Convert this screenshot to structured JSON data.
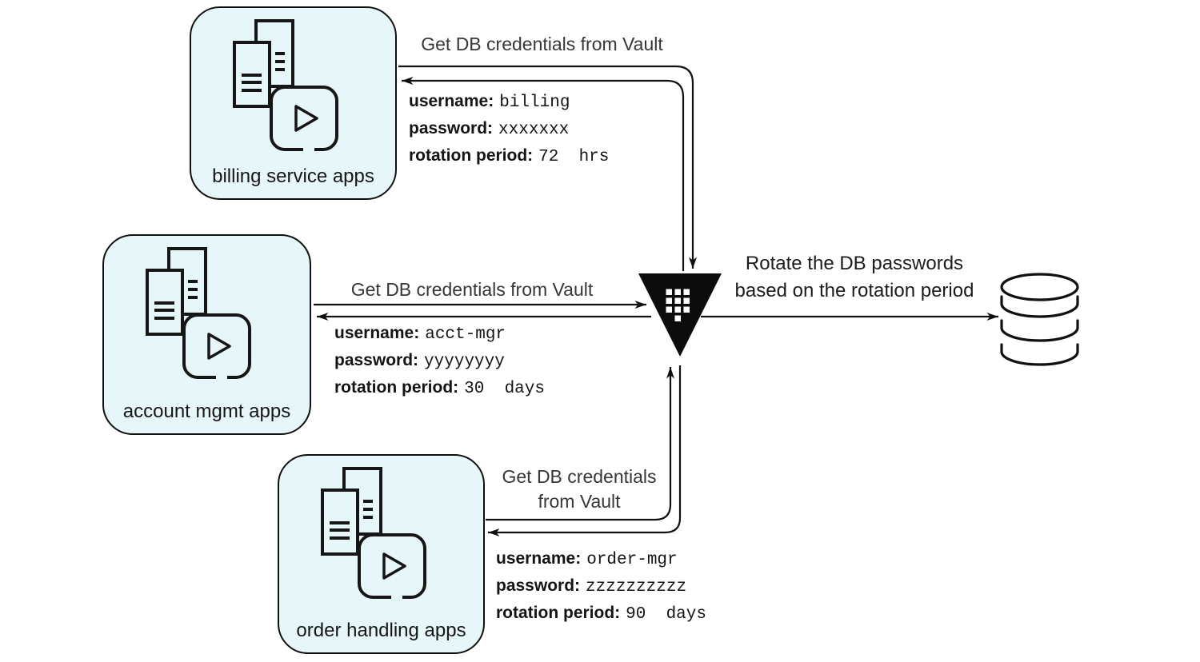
{
  "colors": {
    "background": "#ffffff",
    "box_fill": "#e7f7f9",
    "line_stroke": "#111111",
    "vault_fill": "#0b0b0b",
    "vault_grid": "#ffffff",
    "text_dark": "#161616",
    "text_header": "#373737"
  },
  "cred_labels": {
    "username": "username:",
    "password": "password:",
    "rotation": "rotation period:"
  },
  "apps": [
    {
      "label": "billing service apps",
      "request_lines": [
        "Get DB credentials from Vault"
      ],
      "credentials": {
        "username": "billing",
        "password": "xxxxxxx",
        "rotation": "72  hrs"
      }
    },
    {
      "label": "account mgmt apps",
      "request_lines": [
        "Get DB credentials from Vault"
      ],
      "credentials": {
        "username": "acct-mgr",
        "password": "yyyyyyyy",
        "rotation": "30  days"
      }
    },
    {
      "label": "order handling apps",
      "request_lines": [
        "Get DB credentials",
        "from Vault"
      ],
      "credentials": {
        "username": "order-mgr",
        "password": "zzzzzzzzzz",
        "rotation": "90  days"
      }
    }
  ],
  "vault_note": {
    "line1": "Rotate the DB passwords",
    "line2": "based on the rotation period"
  },
  "icons": {
    "apps": "app-documents-with-play-icon",
    "vault": "hashicorp-vault-logo-icon",
    "database": "database-cylinder-icon"
  }
}
